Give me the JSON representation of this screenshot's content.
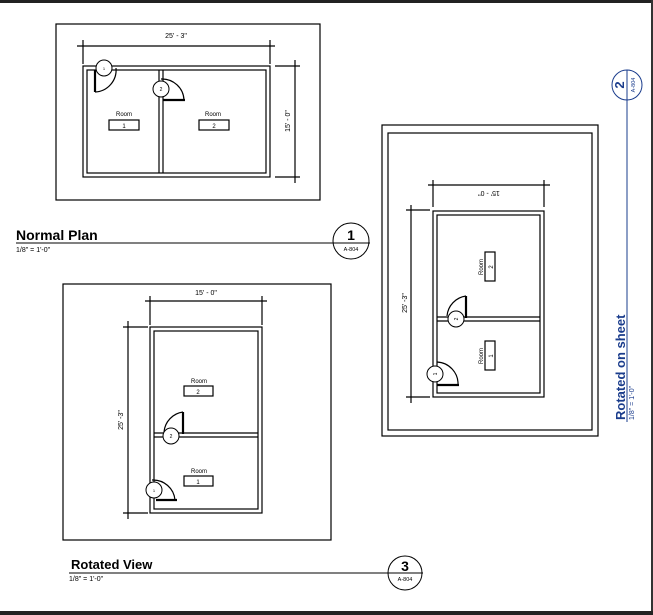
{
  "views": [
    {
      "number": "1",
      "sheet": "A-804",
      "title": "Normal Plan",
      "scale": "1/8\" = 1'-0\"",
      "dim_width": "25' - 3\"",
      "dim_depth": "15' - 0\"",
      "rooms": [
        {
          "name": "Room",
          "number": "1"
        },
        {
          "name": "Room",
          "number": "2"
        }
      ],
      "doors": [
        "1",
        "2"
      ]
    },
    {
      "number": "2",
      "sheet": "A-804",
      "title": "Rotated on sheet",
      "scale": "1/8\" = 1'-0\"",
      "dim_width": "25' -3\"",
      "dim_depth": "15' - 0\"",
      "rooms": [
        {
          "name": "Room",
          "number": "1"
        },
        {
          "name": "Room",
          "number": "2"
        }
      ],
      "doors": [
        "1",
        "2"
      ]
    },
    {
      "number": "3",
      "sheet": "A-804",
      "title": "Rotated View",
      "scale": "1/8\" = 1'-0\"",
      "dim_width": "15' - 0\"",
      "dim_depth": "25' -3\"",
      "rooms": [
        {
          "name": "Room",
          "number": "1"
        },
        {
          "name": "Room",
          "number": "2"
        }
      ],
      "doors": [
        "1",
        "2"
      ]
    }
  ],
  "colors": {
    "selected_view": "#1a3c8c"
  }
}
